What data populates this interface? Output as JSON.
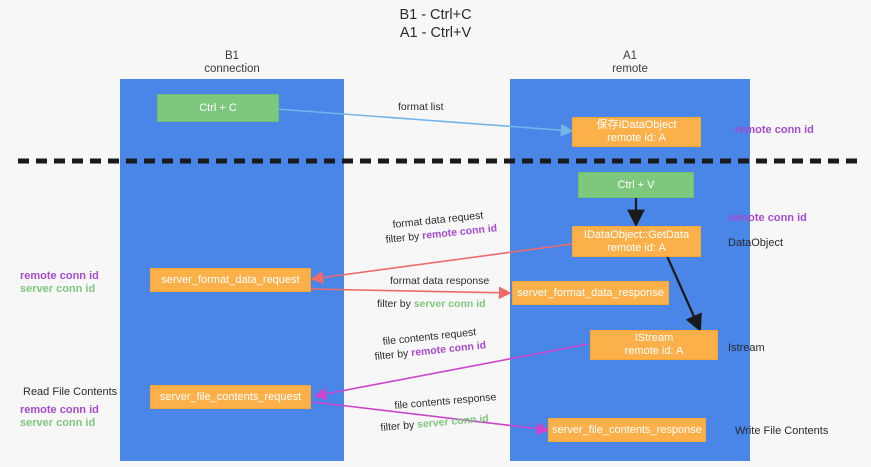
{
  "title": {
    "line1": "B1 - Ctrl+C",
    "line2": "A1 - Ctrl+V"
  },
  "columns": [
    {
      "name": "B1",
      "sub": "connection"
    },
    {
      "name": "A1",
      "sub": "remote"
    }
  ],
  "nodes": [
    {
      "id": "ctrl-c",
      "line1": "Ctrl + C",
      "line2": "",
      "color": "green"
    },
    {
      "id": "save-idataobject",
      "line1": "保存IDataObject",
      "line2": "remote id: A",
      "color": "orange"
    },
    {
      "id": "ctrl-v",
      "line1": "Ctrl + V",
      "line2": "",
      "color": "green"
    },
    {
      "id": "idataobject-getdata",
      "line1": "IDataObject::GetData",
      "line2": "remote id: A",
      "color": "orange"
    },
    {
      "id": "server-format-data-request",
      "line1": "server_format_data_request",
      "line2": "",
      "color": "orange"
    },
    {
      "id": "server-format-data-response",
      "line1": "server_format_data_response",
      "line2": "",
      "color": "orange"
    },
    {
      "id": "istream",
      "line1": "IStream",
      "line2": "remote id: A",
      "color": "orange"
    },
    {
      "id": "server-file-contents-request",
      "line1": "server_file_contents_request",
      "line2": "",
      "color": "orange"
    },
    {
      "id": "server-file-contents-response",
      "line1": "server_file_contents_response",
      "line2": "",
      "color": "orange"
    }
  ],
  "edge_labels": {
    "format_list": "format list",
    "format_data_request": "format data request",
    "format_data_response": "format data response",
    "file_contents_request": "file contents request",
    "file_contents_response": "file contents response",
    "filter_by": "filter by ",
    "remote_conn_id": "remote conn id",
    "server_conn_id": "server conn id"
  },
  "annotations": {
    "right_remote_top": "remote conn id",
    "right_remote_mid": "remote conn id",
    "right_dataobject": "DataObject",
    "right_istream": "Istream",
    "right_write_file_contents": "Write File Contents",
    "left_remote_conn_id": "remote conn id",
    "left_server_conn_id": "server conn id",
    "left_read_file_contents": "Read File Contents",
    "left_remote_conn_id2": "remote conn id",
    "left_server_conn_id2": "server conn id"
  },
  "colors": {
    "lane": "#4a86e8",
    "green_node": "#7ec87e",
    "orange_node": "#fbb04a",
    "remote_conn_id": "#a64ad0",
    "server_conn_id": "#7ec87e",
    "arrow_light_blue": "#76b5e8",
    "arrow_red": "#ef6b6b",
    "arrow_magenta": "#cc44cc",
    "arrow_black": "#1a1a1a",
    "divider": "#1a1a1a",
    "background": "#f7f7f7"
  }
}
